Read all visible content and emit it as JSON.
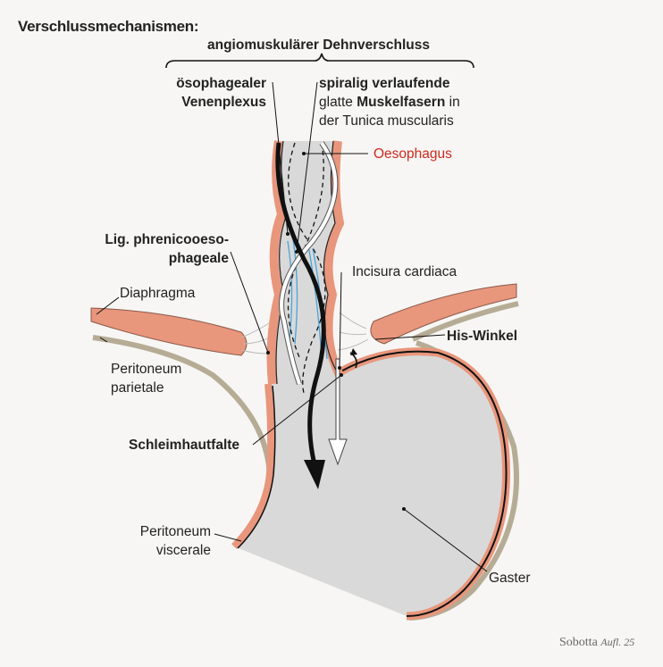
{
  "title": "Verschlussmechanismen:",
  "brace_label": "angiomuskulärer Dehnverschluss",
  "labels": {
    "venenplexus_line1": "ösophagealer",
    "venenplexus_line2": "Venenplexus",
    "spiral_line1": "spiralig verlaufende",
    "spiral_line2_normal": "glatte ",
    "spiral_line2_bold": "Muskelfasern",
    "spiral_line2_end": " in",
    "spiral_line3": "der Tunica muscularis",
    "oesophagus": "Oesophagus",
    "lig_line1": "Lig. phrenicooeso-",
    "lig_line2": "phageale",
    "incisura": "Incisura cardiaca",
    "diaphragma": "Diaphragma",
    "his": "His-Winkel",
    "peritoneum_parietale_line1": "Peritoneum",
    "peritoneum_parietale_line2": "parietale",
    "schleimhautfalte": "Schleimhautfalte",
    "peritoneum_viscerale_line1": "Peritoneum",
    "peritoneum_viscerale_line2": "viscerale",
    "gaster": "Gaster"
  },
  "credit": {
    "name": "Sobotta",
    "edition": "Aufl. 25"
  },
  "colors": {
    "background": "#f7f6f4",
    "muscle": "#e8967c",
    "lumen": "#d9d9d9",
    "peritoneum": "#b6ac95",
    "oesophagus_label": "#cc2a1e",
    "veins": "#4aa3d9"
  }
}
